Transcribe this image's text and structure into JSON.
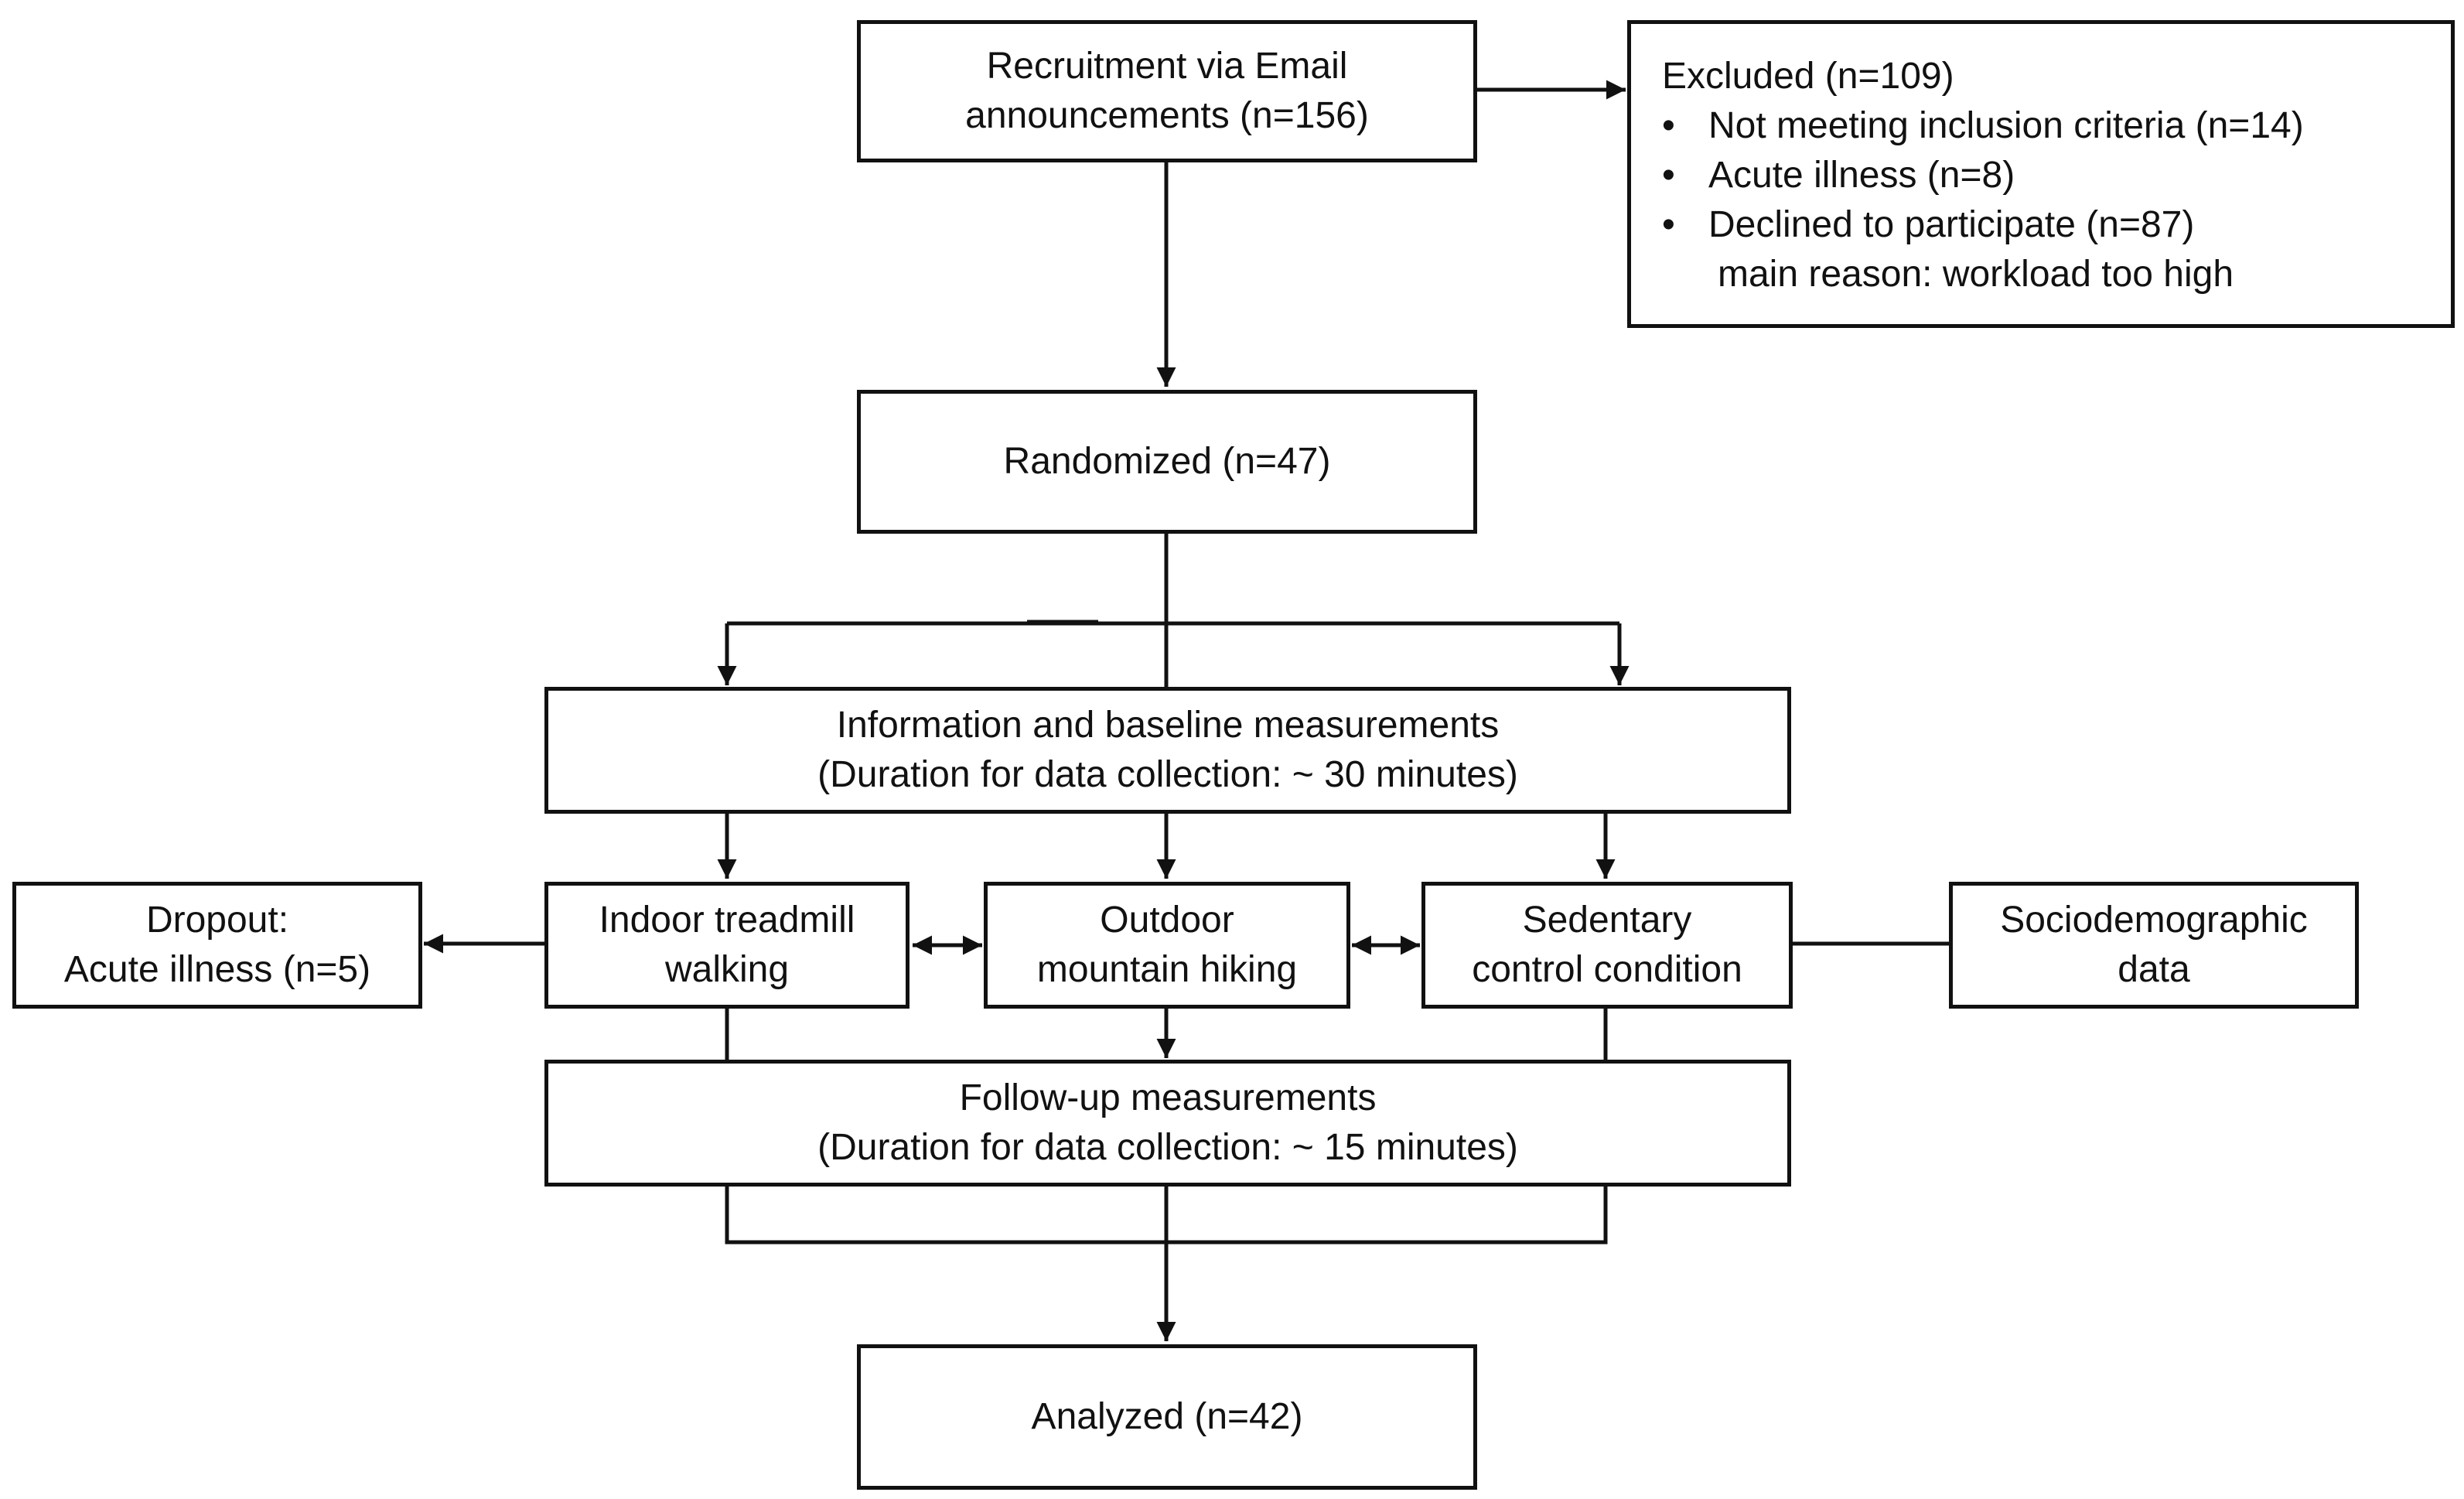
{
  "nodes": {
    "recruitment": {
      "lines": [
        "Recruitment via Email",
        "announcements (n=156)"
      ]
    },
    "excluded": {
      "title": "Excluded (n=109)",
      "items": [
        "Not meeting inclusion criteria (n=14)",
        "Acute illness (n=8)",
        "Declined to participate (n=87)"
      ],
      "note": "main reason: workload too high"
    },
    "randomized": {
      "lines": [
        "Randomized (n=47)"
      ]
    },
    "baseline": {
      "lines": [
        "Information and baseline measurements",
        "(Duration for data collection: ~ 30 minutes)"
      ]
    },
    "dropout": {
      "lines": [
        "Dropout:",
        "Acute illness (n=5)"
      ]
    },
    "treadmill": {
      "lines": [
        "Indoor treadmill",
        "walking"
      ]
    },
    "hiking": {
      "lines": [
        "Outdoor",
        "mountain hiking"
      ]
    },
    "sedentary": {
      "lines": [
        "Sedentary",
        "control condition"
      ]
    },
    "sociodemographic": {
      "lines": [
        "Sociodemographic",
        "data"
      ]
    },
    "followup": {
      "lines": [
        "Follow-up measurements",
        "(Duration for data collection: ~ 15 minutes)"
      ]
    },
    "analyzed": {
      "lines": [
        "Analyzed (n=42)"
      ]
    }
  },
  "edges": [
    {
      "from": "recruitment",
      "to": "excluded",
      "type": "arrow"
    },
    {
      "from": "recruitment",
      "to": "randomized",
      "type": "arrow"
    },
    {
      "from": "randomized",
      "to": "baseline",
      "type": "branch-arrows"
    },
    {
      "from": "baseline",
      "to": "treadmill",
      "type": "arrow"
    },
    {
      "from": "baseline",
      "to": "hiking",
      "type": "arrow"
    },
    {
      "from": "baseline",
      "to": "sedentary",
      "type": "arrow"
    },
    {
      "from": "treadmill",
      "to": "dropout",
      "type": "arrow"
    },
    {
      "from": "treadmill",
      "to": "hiking",
      "type": "double-arrow"
    },
    {
      "from": "hiking",
      "to": "sedentary",
      "type": "double-arrow"
    },
    {
      "from": "sedentary",
      "to": "sociodemographic",
      "type": "line"
    },
    {
      "from": "treadmill",
      "to": "followup",
      "type": "arrow"
    },
    {
      "from": "hiking",
      "to": "followup",
      "type": "arrow"
    },
    {
      "from": "sedentary",
      "to": "followup",
      "type": "arrow"
    },
    {
      "from": "followup",
      "to": "analyzed",
      "type": "merge-arrow"
    }
  ],
  "colors": {
    "stroke": "#111111",
    "background": "#ffffff"
  }
}
